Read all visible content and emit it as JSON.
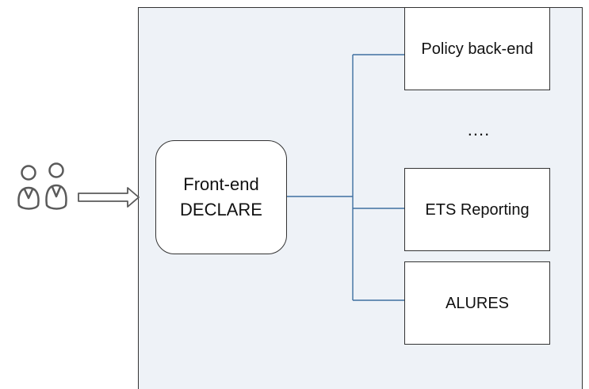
{
  "diagram": {
    "system_container_color": "#eef2f7",
    "connector_color": "#3e6fa0",
    "front_end": {
      "line1": "Front-end",
      "line2": "DECLARE"
    },
    "services": {
      "policy": "Policy back-end",
      "ellipsis": "....",
      "ets": "ETS Reporting",
      "alures": "ALURES"
    },
    "icons": {
      "users": "users-icon",
      "arrow": "right-arrow-icon"
    }
  }
}
